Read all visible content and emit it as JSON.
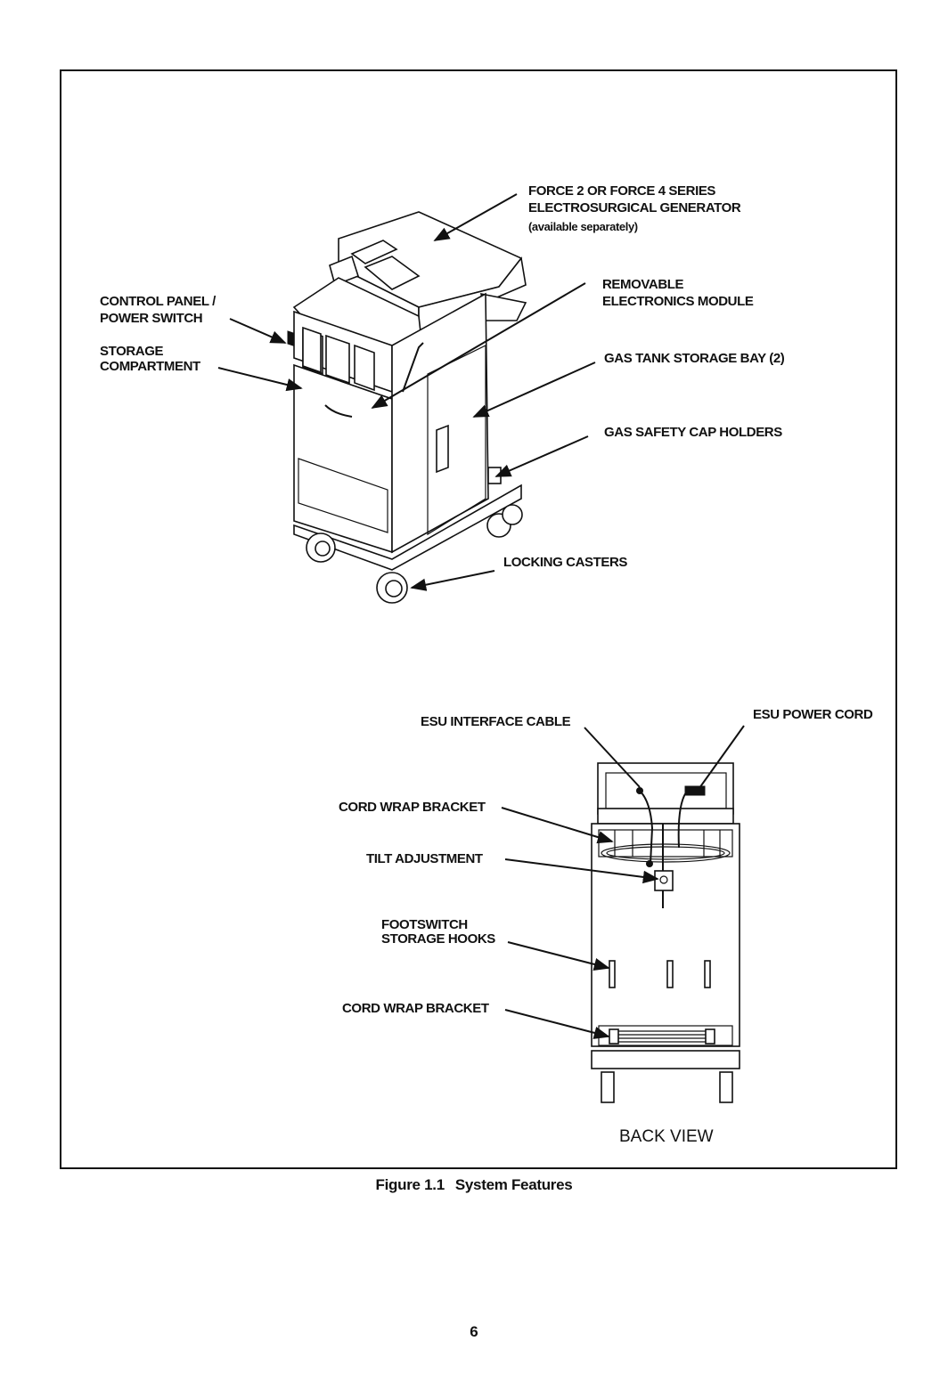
{
  "figure": {
    "callouts": {
      "generator": [
        "FORCE 2 OR FORCE 4 SERIES",
        "ELECTROSURGICAL GENERATOR",
        "(available separately)"
      ],
      "module": [
        "REMOVABLE",
        "ELECTRONICS MODULE"
      ],
      "control_panel": [
        "CONTROL PANEL /",
        "POWER SWITCH"
      ],
      "storage": [
        "STORAGE",
        "COMPARTMENT"
      ],
      "gas_tank": "GAS TANK STORAGE  BAY (2)",
      "safety_cap": "GAS SAFETY CAP HOLDERS",
      "casters": "LOCKING CASTERS",
      "interface_cable": "ESU INTERFACE CABLE",
      "power_cord": "ESU POWER CORD",
      "cord_wrap_top": "CORD WRAP BRACKET",
      "tilt": "TILT ADJUSTMENT",
      "footswitch": [
        "FOOTSWITCH",
        "STORAGE HOOKS"
      ],
      "cord_wrap_bottom": "CORD WRAP BRACKET",
      "back_view": "BACK VIEW"
    },
    "caption": {
      "number": "Figure 1.1",
      "title": "System Features"
    }
  },
  "page_number": "6"
}
